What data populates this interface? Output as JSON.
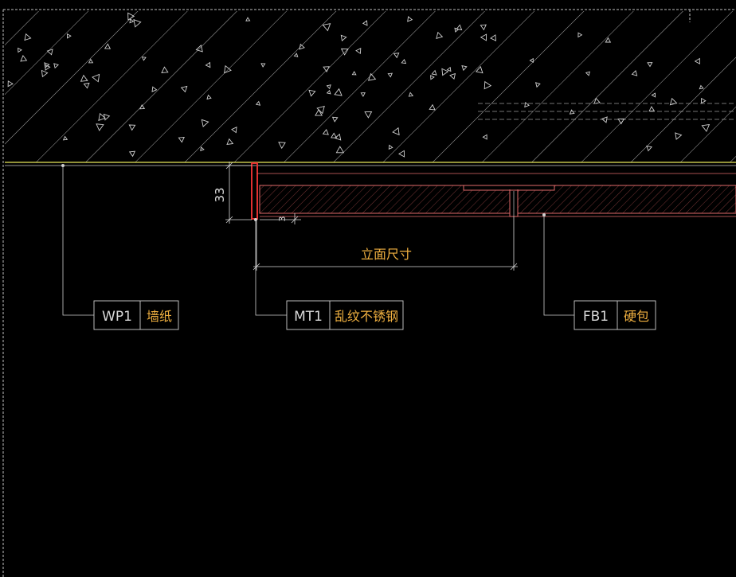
{
  "drawing": {
    "background": "#000000",
    "colors": {
      "concrete": "#c8c8c8",
      "wall_line": "#e8e85a",
      "steel": "#e03030",
      "panel": "#e06a6a",
      "dimension": "#d8d8d8",
      "leader": "#cfcfcf",
      "text_orange": "#f0b040",
      "tag_text": "#d8d8d8",
      "border": "#bfbfbf"
    },
    "dimensions": {
      "height_label": "33",
      "gap_label": "3",
      "width_label": "立面尺寸"
    },
    "tags": [
      {
        "code": "WP1",
        "name": "墙纸"
      },
      {
        "code": "MT1",
        "name": "乱纹不锈钢"
      },
      {
        "code": "FB1",
        "name": "硬包"
      }
    ]
  }
}
